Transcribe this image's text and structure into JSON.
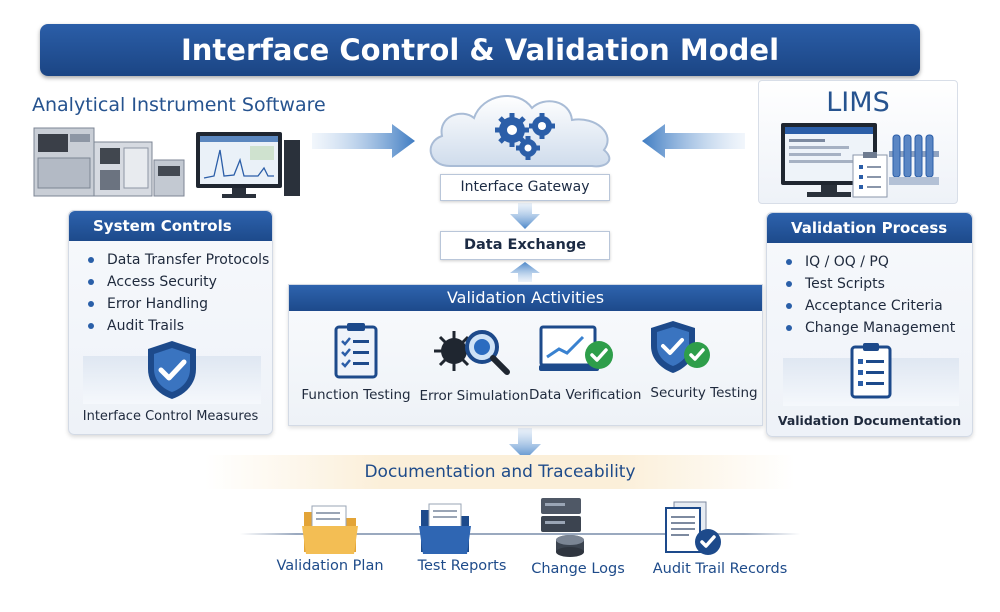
{
  "title": "Interface Control & Validation Model",
  "instrument_software": {
    "title": "Analytical Instrument Software"
  },
  "lims": {
    "title": "LIMS"
  },
  "gateway": {
    "label": "Interface Gateway"
  },
  "data_exchange": {
    "label": "Data Exchange"
  },
  "system_controls": {
    "heading": "System Controls",
    "items": [
      "Data Transfer Protocols",
      "Access Security",
      "Error Handling",
      "Audit Trails"
    ],
    "caption": "Interface Control Measures"
  },
  "validation_process": {
    "heading": "Validation Process",
    "items": [
      "IQ / OQ / PQ",
      "Test Scripts",
      "Acceptance Criteria",
      "Change Management"
    ],
    "caption": "Validation Documentation"
  },
  "validation_activities": {
    "heading": "Validation Activities",
    "items": [
      "Function Testing",
      "Error Simulation",
      "Data Verification",
      "Security Testing"
    ]
  },
  "documentation": {
    "heading": "Documentation and Traceability",
    "items": [
      "Validation Plan",
      "Test Reports",
      "Change Logs",
      "Audit Trail Records"
    ]
  },
  "colors": {
    "primary": "#1d4a8b",
    "accent_green": "#2e9e4a",
    "arrow": "#4a86c8"
  },
  "icons": [
    "cloud-gears-icon",
    "shield-check-icon",
    "clipboard-icon",
    "virus-magnifier-icon",
    "chart-check-icon",
    "folder-icon",
    "server-icon",
    "document-check-icon"
  ]
}
